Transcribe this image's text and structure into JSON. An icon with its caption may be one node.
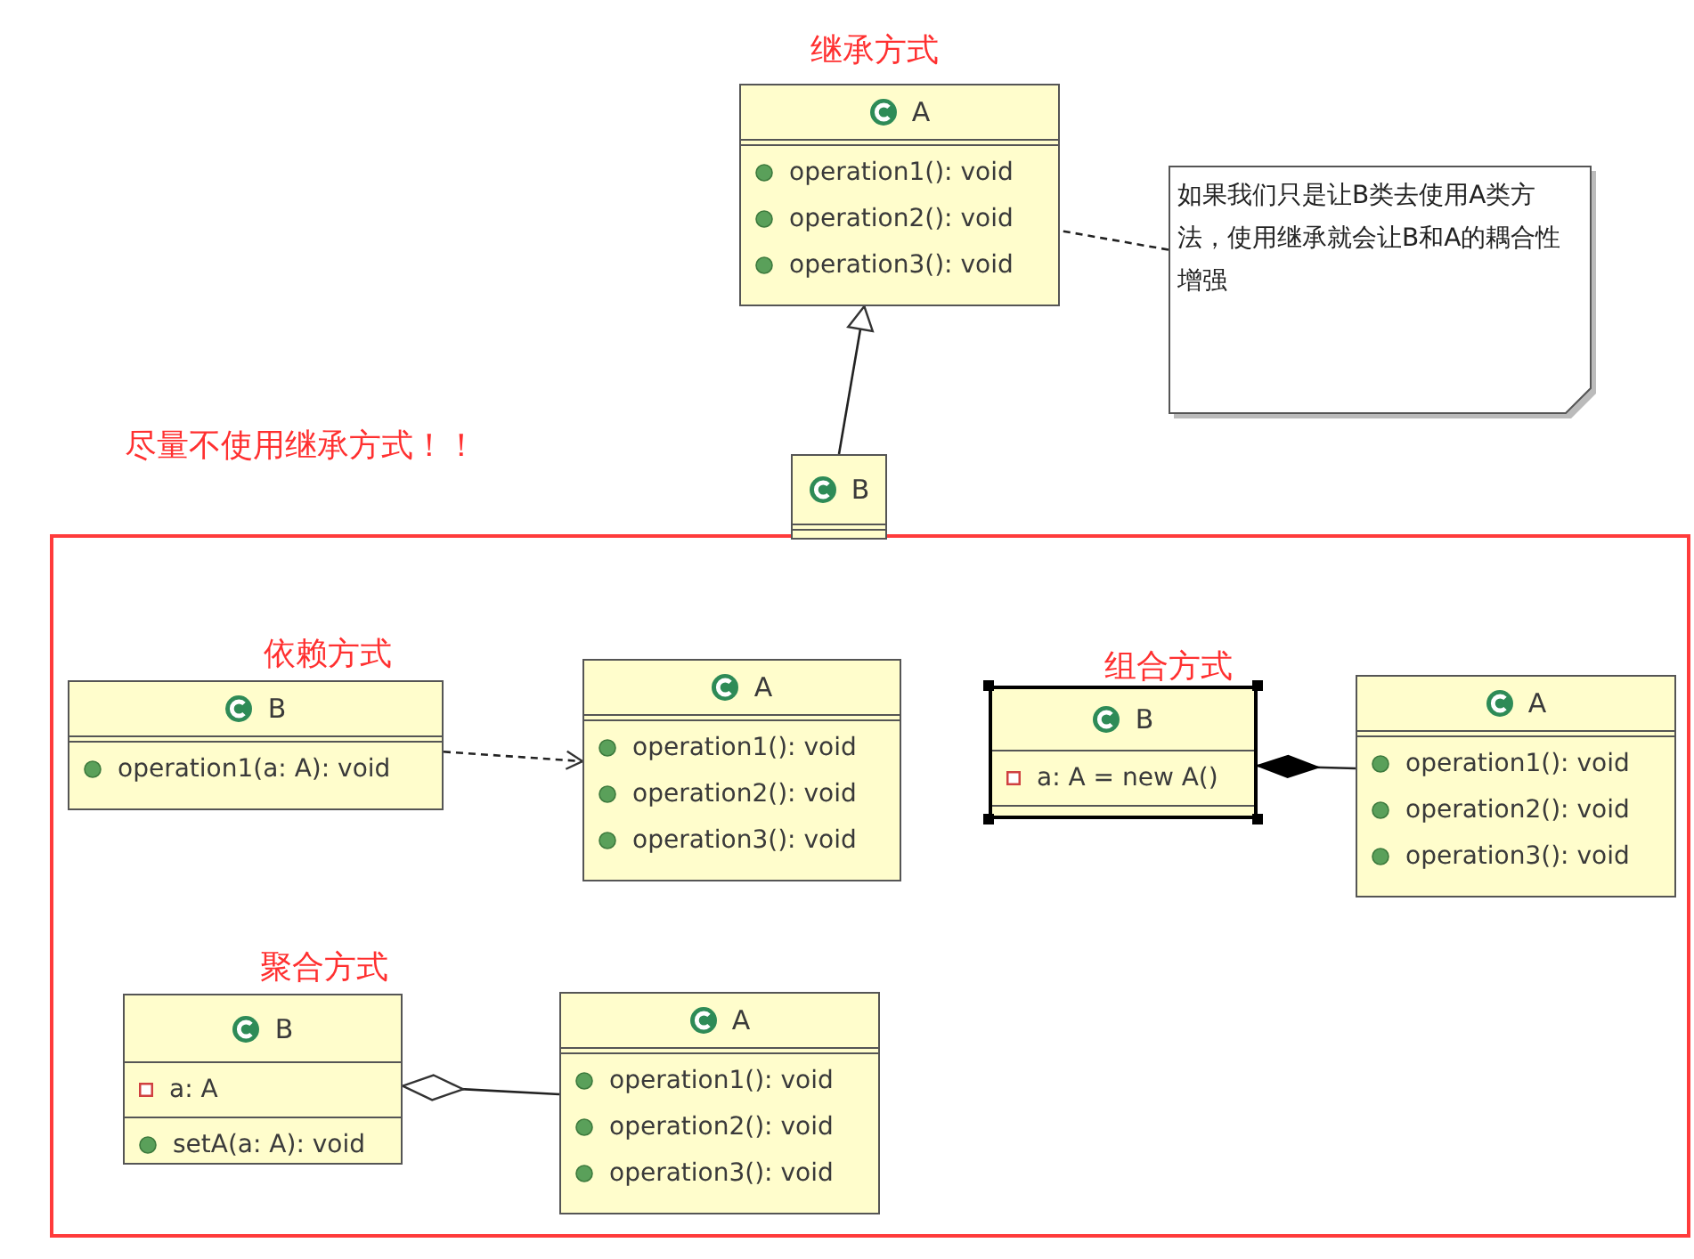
{
  "diagram": {
    "nodes": [
      {
        "text": [
          "A",
          "operation1(): void",
          "operation2(): void",
          "operation3(): void"
        ]
      },
      {
        "text": [
          "如果我们只是让B类去使用A类方法，使用继承就会让B和A的耦合性增强"
        ]
      },
      {
        "text": [
          "B"
        ]
      },
      {
        "text": [],
        "shape": "box"
      },
      {
        "text": [
          "B",
          "operation1(a: A): void"
        ],
        "in": 3
      },
      {
        "text": [
          "A",
          "operation1(): void",
          "operation2(): void",
          "operation3(): void"
        ],
        "in": 3
      },
      {
        "text": [
          "B",
          "a: A = new A()"
        ],
        "in": 3
      },
      {
        "text": [
          "A",
          "operation1(): void",
          "operation2(): void",
          "operation3(): void"
        ],
        "in": 3
      },
      {
        "text": [
          "B",
          "a: A",
          "setA(a: A): void"
        ],
        "in": 3
      },
      {
        "text": [
          "A",
          "operation1(): void",
          "operation2(): void",
          "operation3(): void"
        ],
        "in": 3
      }
    ],
    "edges": [
      {
        "from": 2,
        "to": 0,
        "arrow": "to"
      },
      {
        "from": 1,
        "to": 0,
        "arrow": "none",
        "style": "dashed"
      },
      {
        "from": 4,
        "to": 5,
        "arrow": "to",
        "style": "dashed"
      },
      {
        "from": 7,
        "to": 6,
        "arrow": "other"
      },
      {
        "from": 9,
        "to": 8,
        "arrow": "other"
      }
    ],
    "labels": [
      "继承方式",
      "尽量不使用继承方式！！",
      "依赖方式",
      "组合方式",
      "聚合方式"
    ]
  }
}
